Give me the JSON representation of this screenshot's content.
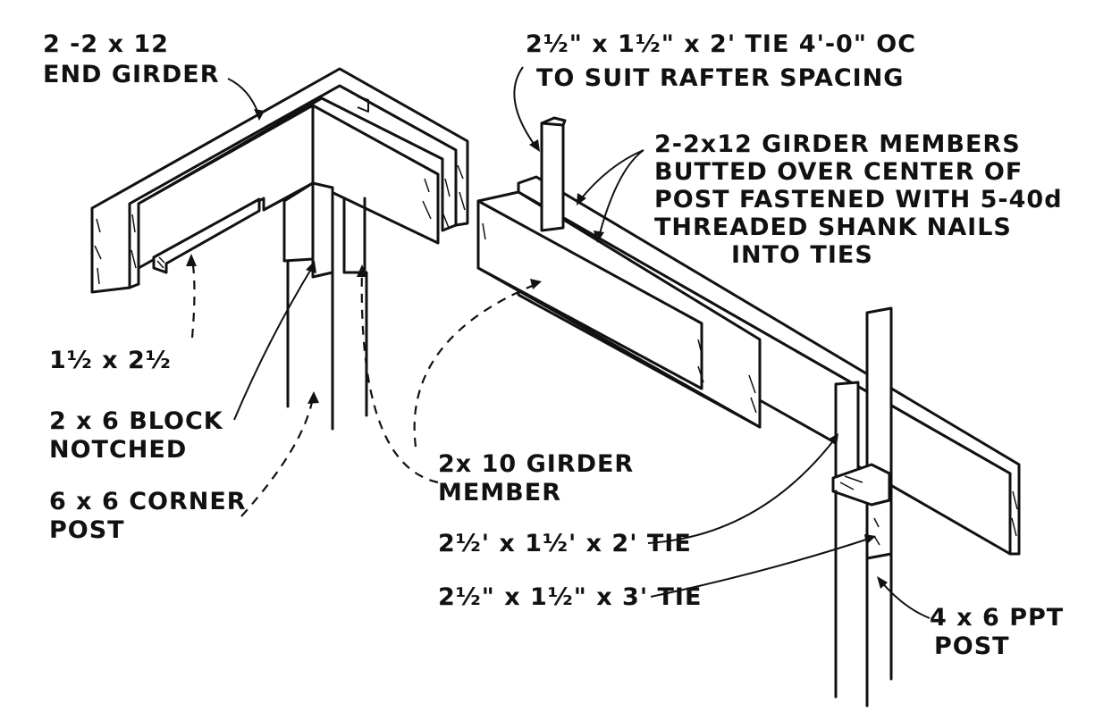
{
  "labels": {
    "end_girder": [
      "2 -2 x 12",
      "END GIRDER"
    ],
    "tie_top": [
      "2½\" x 1½\" x 2' TIE 4'-0\" OC",
      "TO SUIT RAFTER SPACING"
    ],
    "girder_members": [
      "2-2x12 GIRDER MEMBERS",
      "BUTTED OVER CENTER OF",
      "POST FASTENED WITH 5-40d",
      "THREADED SHANK NAILS",
      "INTO TIES"
    ],
    "block_size": "1½ x 2½",
    "block_notched": [
      "2 x 6  BLOCK",
      "NOTCHED"
    ],
    "corner_post": [
      "6 x 6  CORNER",
      "POST"
    ],
    "girder_member_2x10": [
      "2x 10  GIRDER",
      "MEMBER"
    ],
    "tie_2ft": "2½' x 1½' x 2'  TIE",
    "tie_3ft": "2½\" x 1½\" x 3'  TIE",
    "ppt_post": [
      "4 x 6  PPT",
      "POST"
    ]
  }
}
